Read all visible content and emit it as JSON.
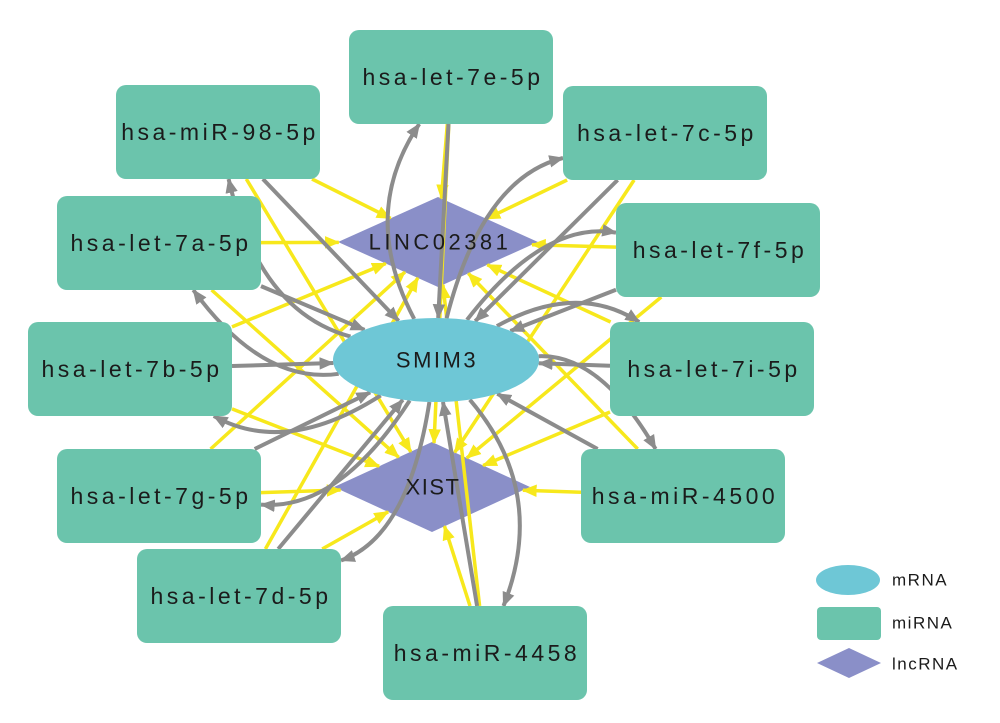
{
  "colors": {
    "mrna": "#6EC7D6",
    "mirna": "#6BC4AC",
    "lncrna": "#8A8FC8",
    "edge_yellow": "#F7E81C",
    "edge_gray": "#8C8C8C"
  },
  "nodes": {
    "mrna": [
      "SMIM3"
    ],
    "lncrna": [
      "LINC02381",
      "XIST"
    ],
    "mirna": [
      "hsa-let-7e-5p",
      "hsa-miR-98-5p",
      "hsa-let-7c-5p",
      "hsa-let-7a-5p",
      "hsa-let-7f-5p",
      "hsa-let-7b-5p",
      "hsa-let-7i-5p",
      "hsa-let-7g-5p",
      "hsa-miR-4500",
      "hsa-let-7d-5p",
      "hsa-miR-4458"
    ]
  },
  "legend": [
    {
      "label": "mRNA",
      "color": "#6EC7D6"
    },
    {
      "label": "miRNA",
      "color": "#6BC4AC"
    },
    {
      "label": "lncRNA",
      "color": "#8A8FC8"
    }
  ],
  "edges": [
    [
      "hsa-let-7e-5p",
      "LINC02381",
      "#F7E81C"
    ],
    [
      "hsa-let-7e-5p",
      "XIST",
      "#F7E81C"
    ],
    [
      "hsa-miR-98-5p",
      "LINC02381",
      "#F7E81C"
    ],
    [
      "hsa-miR-98-5p",
      "XIST",
      "#F7E81C"
    ],
    [
      "hsa-let-7c-5p",
      "LINC02381",
      "#F7E81C"
    ],
    [
      "hsa-let-7c-5p",
      "XIST",
      "#F7E81C"
    ],
    [
      "hsa-let-7a-5p",
      "LINC02381",
      "#F7E81C"
    ],
    [
      "hsa-let-7a-5p",
      "XIST",
      "#F7E81C"
    ],
    [
      "hsa-let-7f-5p",
      "LINC02381",
      "#F7E81C"
    ],
    [
      "hsa-let-7f-5p",
      "XIST",
      "#F7E81C"
    ],
    [
      "hsa-let-7b-5p",
      "LINC02381",
      "#F7E81C"
    ],
    [
      "hsa-let-7b-5p",
      "XIST",
      "#F7E81C"
    ],
    [
      "hsa-let-7i-5p",
      "LINC02381",
      "#F7E81C"
    ],
    [
      "hsa-let-7i-5p",
      "XIST",
      "#F7E81C"
    ],
    [
      "hsa-let-7g-5p",
      "LINC02381",
      "#F7E81C"
    ],
    [
      "hsa-let-7g-5p",
      "XIST",
      "#F7E81C"
    ],
    [
      "hsa-miR-4500",
      "LINC02381",
      "#F7E81C"
    ],
    [
      "hsa-miR-4500",
      "XIST",
      "#F7E81C"
    ],
    [
      "hsa-let-7d-5p",
      "LINC02381",
      "#F7E81C"
    ],
    [
      "hsa-let-7d-5p",
      "XIST",
      "#F7E81C"
    ],
    [
      "hsa-miR-4458",
      "LINC02381",
      "#F7E81C"
    ],
    [
      "hsa-miR-4458",
      "XIST",
      "#F7E81C"
    ],
    [
      "hsa-let-7e-5p",
      "SMIM3",
      "#8C8C8C"
    ],
    [
      "hsa-miR-98-5p",
      "SMIM3",
      "#8C8C8C"
    ],
    [
      "hsa-let-7c-5p",
      "SMIM3",
      "#8C8C8C"
    ],
    [
      "hsa-let-7a-5p",
      "SMIM3",
      "#8C8C8C"
    ],
    [
      "hsa-let-7f-5p",
      "SMIM3",
      "#8C8C8C"
    ],
    [
      "hsa-let-7b-5p",
      "SMIM3",
      "#8C8C8C"
    ],
    [
      "hsa-let-7i-5p",
      "SMIM3",
      "#8C8C8C"
    ],
    [
      "hsa-let-7g-5p",
      "SMIM3",
      "#8C8C8C"
    ],
    [
      "hsa-miR-4500",
      "SMIM3",
      "#8C8C8C"
    ],
    [
      "hsa-let-7d-5p",
      "SMIM3",
      "#8C8C8C"
    ],
    [
      "hsa-miR-4458",
      "SMIM3",
      "#8C8C8C"
    ],
    [
      "SMIM3",
      "hsa-let-7e-5p",
      "#8C8C8C"
    ],
    [
      "SMIM3",
      "hsa-miR-98-5p",
      "#8C8C8C"
    ],
    [
      "SMIM3",
      "hsa-let-7c-5p",
      "#8C8C8C"
    ],
    [
      "SMIM3",
      "hsa-let-7a-5p",
      "#8C8C8C"
    ],
    [
      "SMIM3",
      "hsa-let-7f-5p",
      "#8C8C8C"
    ],
    [
      "SMIM3",
      "hsa-let-7b-5p",
      "#8C8C8C"
    ],
    [
      "SMIM3",
      "hsa-let-7i-5p",
      "#8C8C8C"
    ],
    [
      "SMIM3",
      "hsa-let-7g-5p",
      "#8C8C8C"
    ],
    [
      "SMIM3",
      "hsa-miR-4500",
      "#8C8C8C"
    ],
    [
      "SMIM3",
      "hsa-let-7d-5p",
      "#8C8C8C"
    ],
    [
      "SMIM3",
      "hsa-miR-4458",
      "#8C8C8C"
    ]
  ]
}
